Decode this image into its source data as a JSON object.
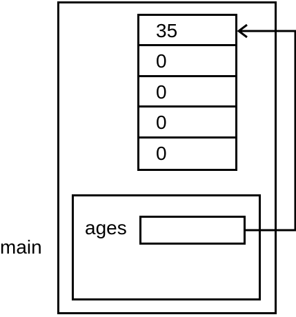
{
  "stack_frame": {
    "label": "main"
  },
  "array": {
    "cells": [
      "35",
      "0",
      "0",
      "0",
      "0"
    ]
  },
  "reference": {
    "variable_label": "ages",
    "value": ""
  }
}
